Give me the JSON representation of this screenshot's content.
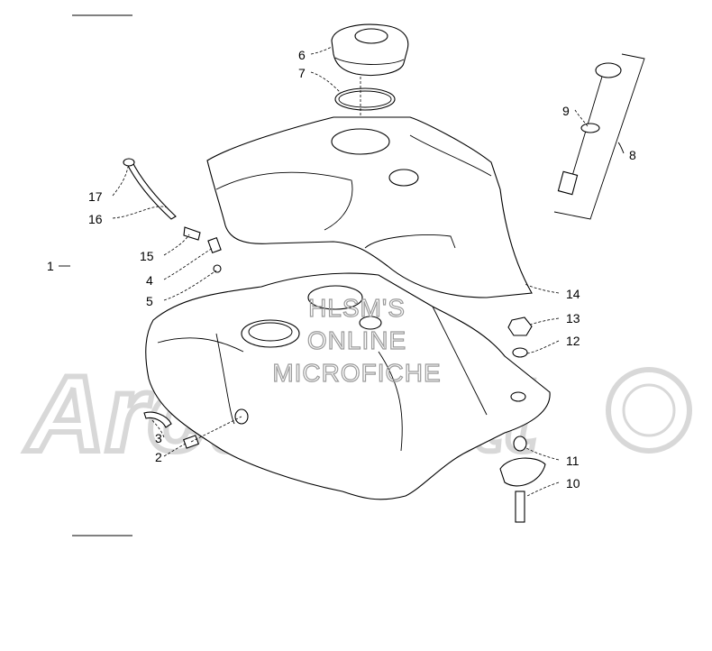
{
  "callouts": [
    {
      "id": "c1",
      "text": "1"
    },
    {
      "id": "c2",
      "text": "2"
    },
    {
      "id": "c3",
      "text": "3"
    },
    {
      "id": "c4",
      "text": "4"
    },
    {
      "id": "c5",
      "text": "5"
    },
    {
      "id": "c6",
      "text": "6"
    },
    {
      "id": "c7",
      "text": "7"
    },
    {
      "id": "c8",
      "text": "8"
    },
    {
      "id": "c9",
      "text": "9"
    },
    {
      "id": "c10",
      "text": "10"
    },
    {
      "id": "c11",
      "text": "11"
    },
    {
      "id": "c12",
      "text": "12"
    },
    {
      "id": "c13",
      "text": "13"
    },
    {
      "id": "c14",
      "text": "14"
    },
    {
      "id": "c15",
      "text": "15"
    },
    {
      "id": "c16",
      "text": "16"
    },
    {
      "id": "c17",
      "text": "17"
    }
  ],
  "watermark": {
    "line1": "HLSM'S",
    "line2": "ONLINE",
    "line3": "MICROFICHE",
    "logo": "Arctic Cat"
  }
}
